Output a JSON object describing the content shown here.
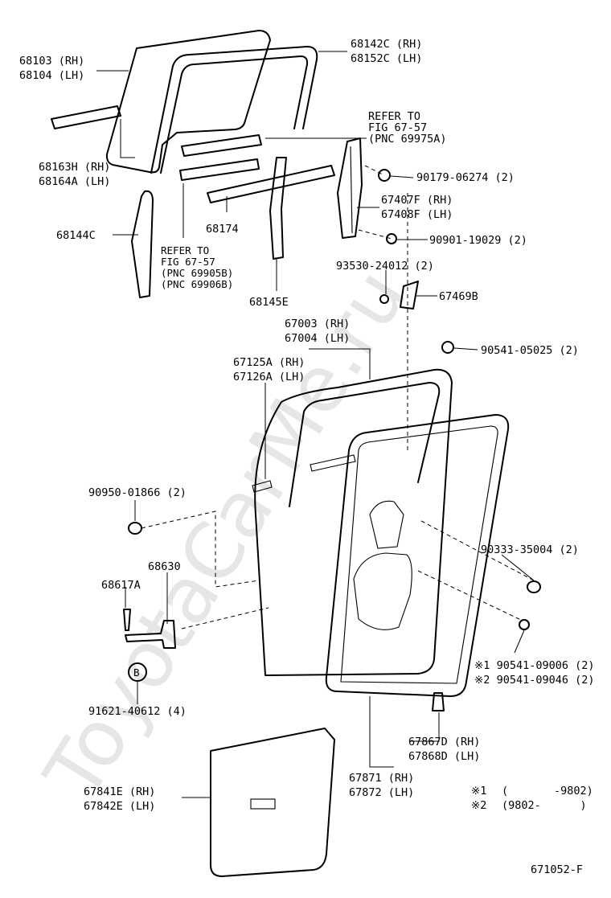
{
  "watermark": "ToyotaCarMe.ru",
  "figure_id": "671052-F",
  "callouts": [
    {
      "id": "c1",
      "text": "68103 (RH)"
    },
    {
      "id": "c2",
      "text": "68104 (LH)"
    },
    {
      "id": "c3",
      "text": "68142C (RH)"
    },
    {
      "id": "c4",
      "text": "68152C (LH)"
    },
    {
      "id": "c5",
      "text": "REFER TO"
    },
    {
      "id": "c6",
      "text": "FIG 67-57"
    },
    {
      "id": "c7",
      "text": "(PNC 69975A)"
    },
    {
      "id": "c8",
      "text": "68163H (RH)"
    },
    {
      "id": "c9",
      "text": "68164A (LH)"
    },
    {
      "id": "c10",
      "text": "90179-06274 (2)"
    },
    {
      "id": "c11",
      "text": "67407F (RH)"
    },
    {
      "id": "c12",
      "text": "67408F (LH)"
    },
    {
      "id": "c13",
      "text": "68144C"
    },
    {
      "id": "c14",
      "text": "68174"
    },
    {
      "id": "c15",
      "text": "90901-19029 (2)"
    },
    {
      "id": "c16",
      "text": "REFER TO"
    },
    {
      "id": "c17",
      "text": "FIG 67-57"
    },
    {
      "id": "c18",
      "text": "(PNC 69905B)"
    },
    {
      "id": "c19",
      "text": "(PNC 69906B)"
    },
    {
      "id": "c20",
      "text": "93530-24012 (2)"
    },
    {
      "id": "c21",
      "text": "68145E"
    },
    {
      "id": "c22",
      "text": "67469B"
    },
    {
      "id": "c23",
      "text": "67003 (RH)"
    },
    {
      "id": "c24",
      "text": "67004 (LH)"
    },
    {
      "id": "c25",
      "text": "90541-05025 (2)"
    },
    {
      "id": "c26",
      "text": "67125A (RH)"
    },
    {
      "id": "c27",
      "text": "67126A (LH)"
    },
    {
      "id": "c28",
      "text": "90950-01866 (2)"
    },
    {
      "id": "c29",
      "text": "90333-35004 (2)"
    },
    {
      "id": "c30",
      "text": "68630"
    },
    {
      "id": "c31",
      "text": "68617A"
    },
    {
      "id": "c32",
      "text": "※1  90541-09006 (2)"
    },
    {
      "id": "c33",
      "text": "※2  90541-09046 (2)"
    },
    {
      "id": "c34",
      "text": "91621-40612 (4)"
    },
    {
      "id": "c35",
      "text": "67867D (RH)"
    },
    {
      "id": "c36",
      "text": "67868D (LH)"
    },
    {
      "id": "c37",
      "text": "67871 (RH)"
    },
    {
      "id": "c38",
      "text": "67872 (LH)"
    },
    {
      "id": "c39",
      "text": "67841E (RH)"
    },
    {
      "id": "c40",
      "text": "67842E (LH)"
    }
  ],
  "marker_b": "B",
  "legend": [
    {
      "mark": "※1",
      "range": "(       -9802)"
    },
    {
      "mark": "※2",
      "range": "(9802-      )"
    }
  ]
}
